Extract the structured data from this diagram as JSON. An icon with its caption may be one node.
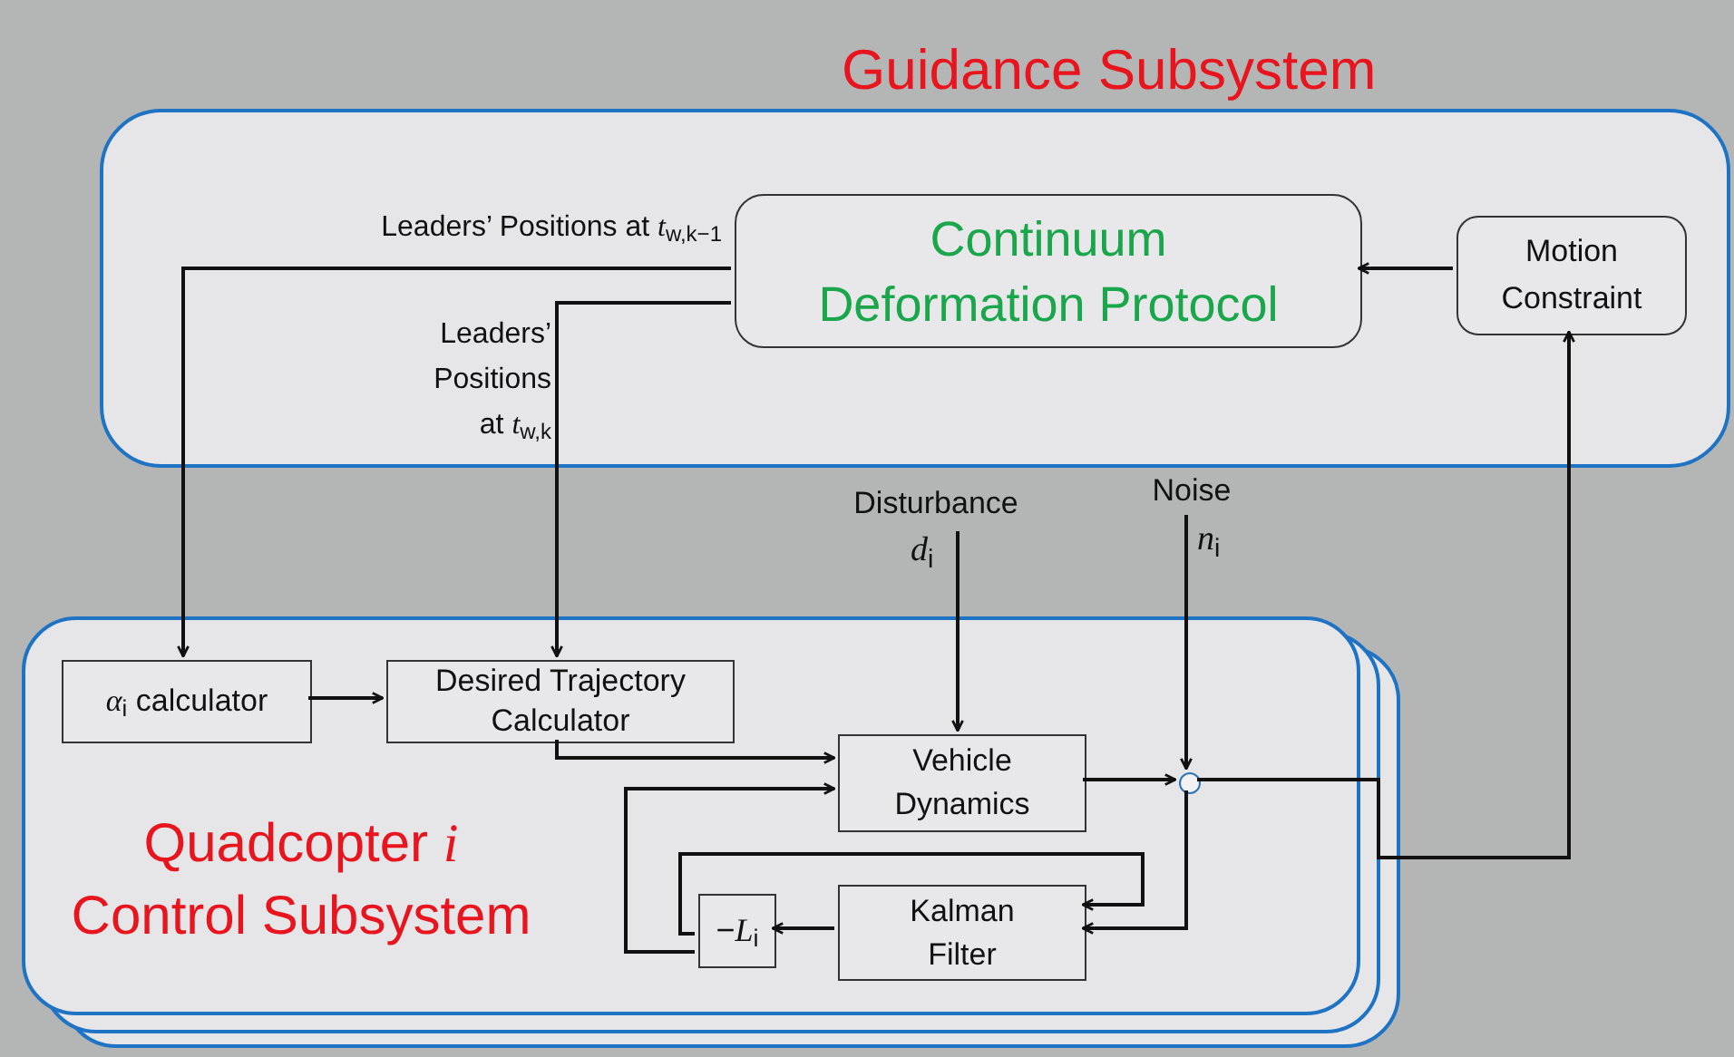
{
  "diagram": {
    "nodes": [
      {
        "text": [
          "Guidance Subsystem"
        ]
      },
      {
        "text": [
          "Continuum Deformation Protocol"
        ],
        "in": 0
      },
      {
        "text": [
          "Motion Constraint"
        ],
        "in": 0
      },
      {
        "text": [
          "Quadcopter *i* Control Subsystem"
        ]
      },
      {
        "text": [
          "*α*$_{i}$ calculator"
        ],
        "in": 3
      },
      {
        "text": [
          "Desired Trajectory Calculator"
        ],
        "in": 3
      },
      {
        "text": [
          "Vehicle Dynamics"
        ],
        "in": 3
      },
      {
        "text": [
          "Kalman Filter"
        ],
        "in": 3
      },
      {
        "text": [
          "−*L*$_{i}$"
        ],
        "in": 3
      },
      {
        "text": [],
        "shape": "circle",
        "in": 3
      },
      {
        "text": [
          "Disturbance"
        ],
        "beside": [
          "*d*$_{i}$"
        ]
      },
      {
        "text": [
          "Noise"
        ],
        "beside": [
          "*n*$_{i}$"
        ]
      }
    ],
    "edges": [
      {
        "from": 1,
        "to": 4,
        "arrow": "to",
        "label": "Leaders’ Positions at *t*$_{w,k−1}$"
      },
      {
        "from": 1,
        "to": 5,
        "arrow": "to",
        "label": "Leaders’ Positions at *t*$_{w,k}$"
      },
      {
        "from": 2,
        "to": 1,
        "arrow": "to"
      },
      {
        "from": 4,
        "to": 5,
        "arrow": "to"
      },
      {
        "from": 5,
        "to": 6,
        "arrow": "to"
      },
      {
        "from": 8,
        "to": 6,
        "arrow": "to"
      },
      {
        "from": 10,
        "to": 6,
        "arrow": "to"
      },
      {
        "from": 11,
        "to": 9,
        "arrow": "to"
      },
      {
        "from": 6,
        "to": 9,
        "arrow": "to"
      },
      {
        "from": 9,
        "to": 7,
        "arrow": "to"
      },
      {
        "from": 8,
        "to": 7,
        "arrow": "to"
      },
      {
        "from": 7,
        "to": 8,
        "arrow": "to"
      },
      {
        "from": 9,
        "to": 2,
        "arrow": "to"
      }
    ]
  }
}
